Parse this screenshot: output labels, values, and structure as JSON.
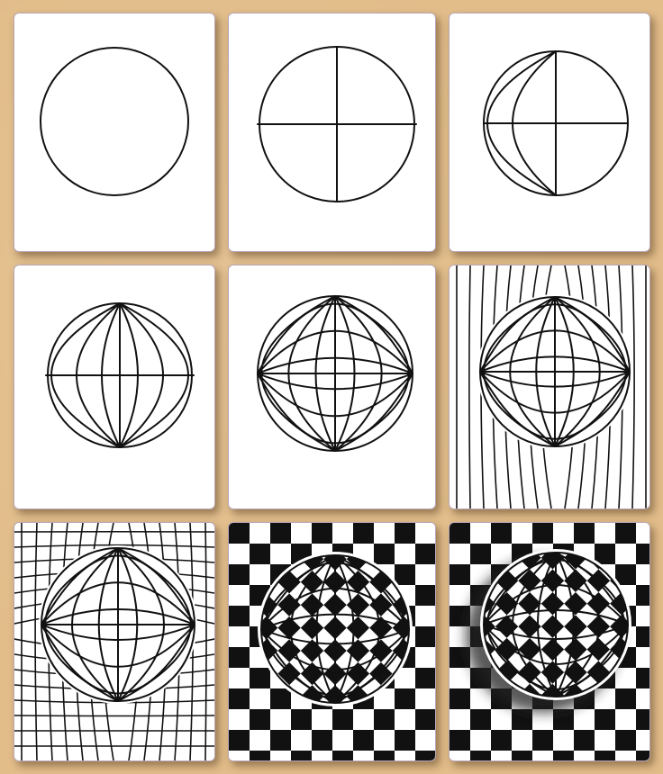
{
  "board": {
    "background": "#e2bd8a"
  },
  "colors": {
    "ink": "#111111",
    "paper": "#ffffff",
    "frame": "#b9a7b8"
  },
  "steps": [
    {
      "step": 1,
      "elements": [
        "circle"
      ]
    },
    {
      "step": 2,
      "elements": [
        "circle",
        "vertical-line",
        "horizontal-line"
      ]
    },
    {
      "step": 3,
      "elements": [
        "circle",
        "vertical-line",
        "horizontal-line",
        "left-arcs"
      ]
    },
    {
      "step": 4,
      "elements": [
        "circle",
        "horizontal-line",
        "meridian-arcs"
      ]
    },
    {
      "step": 5,
      "elements": [
        "circle",
        "meridian-arcs",
        "latitude-arcs"
      ]
    },
    {
      "step": 6,
      "elements": [
        "sphere-grid",
        "background-vertical-lines"
      ]
    },
    {
      "step": 7,
      "elements": [
        "sphere-grid",
        "background-grid"
      ]
    },
    {
      "step": 8,
      "elements": [
        "sphere-grid",
        "background-grid",
        "checkerboard-fill"
      ]
    },
    {
      "step": 9,
      "elements": [
        "sphere-grid",
        "background-grid",
        "checkerboard-fill",
        "drop-shadow"
      ]
    }
  ]
}
